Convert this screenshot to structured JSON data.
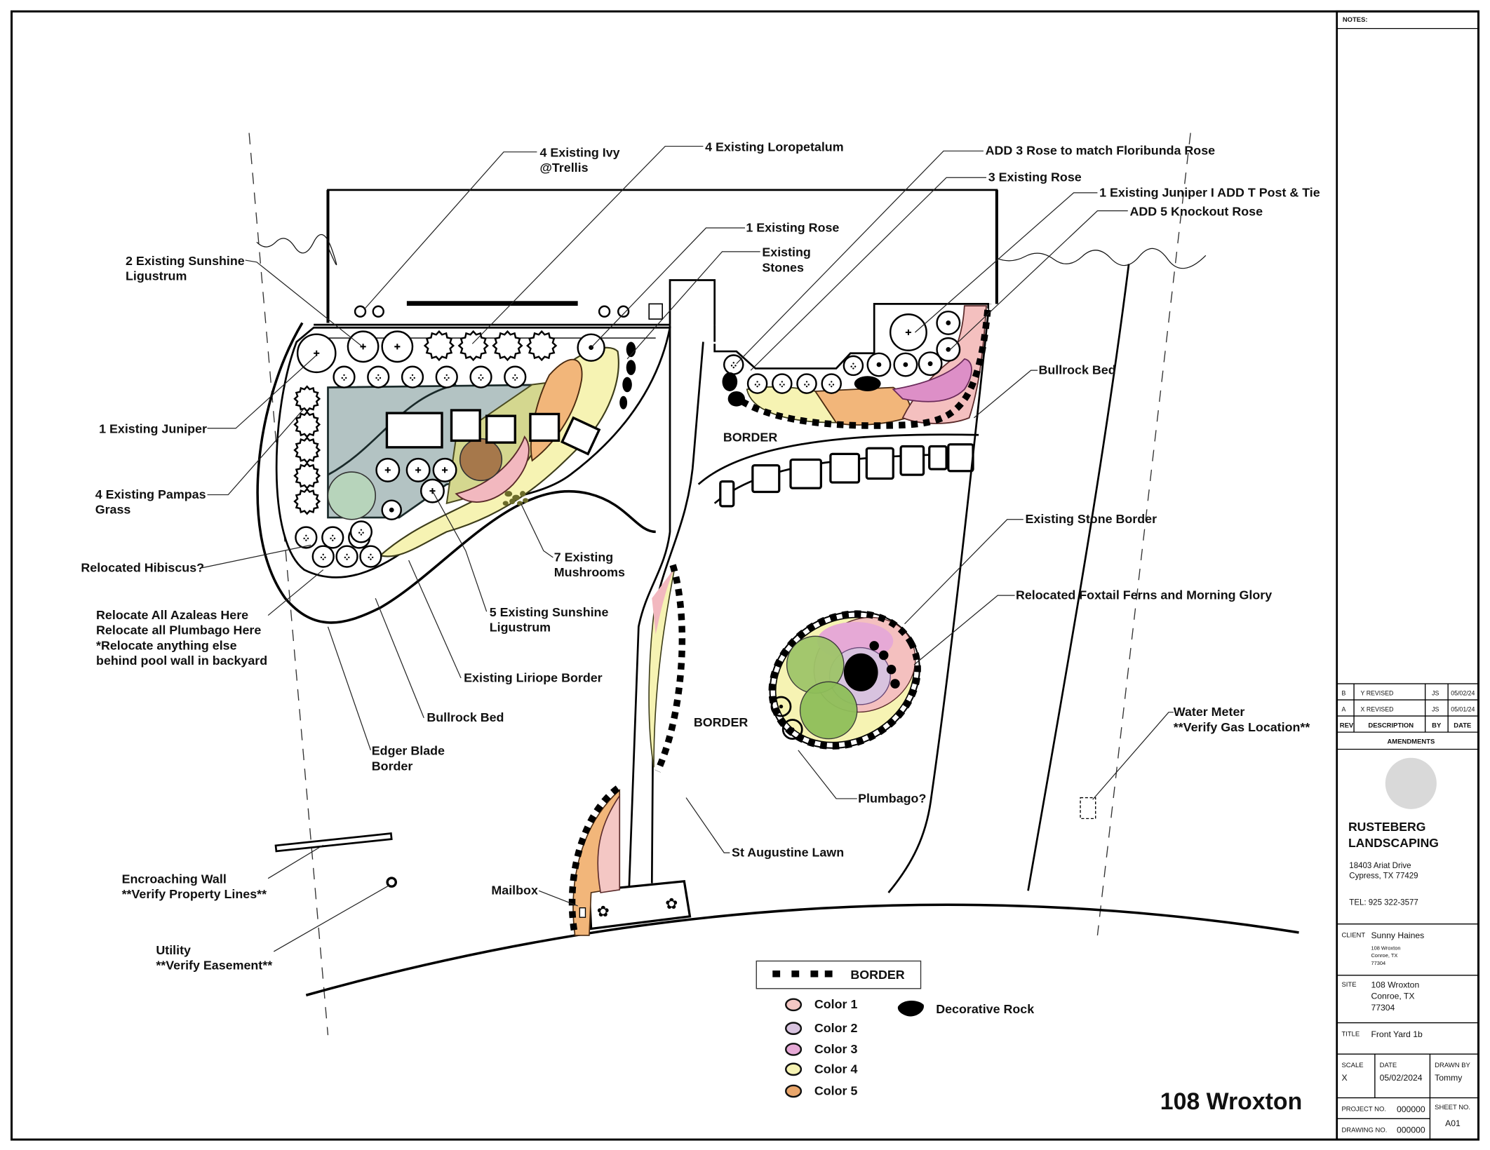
{
  "sheet": {
    "title_stamp": "108 Wroxton",
    "notes_label": "NOTES:"
  },
  "labels": {
    "ivy": [
      "4 Existing Ivy",
      "@Trellis"
    ],
    "loropetalum": "4 Existing Loropetalum",
    "sunshine_top": [
      "2 Existing Sunshine",
      "Ligustrum"
    ],
    "rose_one": "1 Existing Rose",
    "stones": [
      "Existing",
      "Stones"
    ],
    "add_rose": "ADD 3 Rose to match Floribunda Rose",
    "three_rose": "3 Existing Rose",
    "juniper_tpost": "1 Existing Juniper I ADD T Post  & Tie",
    "knockout": "ADD 5 Knockout Rose",
    "juniper": "1 Existing Juniper",
    "pampas": [
      "4 Existing Pampas",
      "Grass"
    ],
    "hibiscus": "Relocated Hibiscus?",
    "relocate": [
      "Relocate All Azaleas Here",
      "Relocate all Plumbago Here",
      "*Relocate anything else",
      "behind pool wall in backyard"
    ],
    "mushrooms": [
      "7 Existing",
      "Mushrooms"
    ],
    "sunshine_five": [
      "5 Existing Sunshine",
      "Ligustrum"
    ],
    "liriope": "Existing Liriope Border",
    "bullrock_left": "Bullrock Bed",
    "edger": [
      "Edger Blade",
      "Border"
    ],
    "bullrock_right": "Bullrock Bed",
    "border_top": "BORDER",
    "border_mid": "BORDER",
    "stone_border": "Existing Stone Border",
    "foxtail": "Relocated Foxtail Ferns and Morning Glory",
    "plumbago": "Plumbago?",
    "water_meter": [
      "Water Meter",
      "**Verify Gas Location**"
    ],
    "lawn": "St Augustine Lawn",
    "mailbox": "Mailbox",
    "wall": [
      "Encroaching Wall",
      "**Verify Property Lines**"
    ],
    "utility": [
      "Utility",
      "**Verify Easement**"
    ]
  },
  "legend": {
    "border_label": "BORDER",
    "items": [
      {
        "label": "Color 1",
        "color": "#f4c7c4"
      },
      {
        "label": "Color 2",
        "color": "#d8c3df"
      },
      {
        "label": "Color 3",
        "color": "#e6a9d6"
      },
      {
        "label": "Color 4",
        "color": "#f6f3b3"
      },
      {
        "label": "Color 5",
        "color": "#e9a66b"
      }
    ],
    "rock_label": "Decorative Rock"
  },
  "title_block": {
    "amendments": [
      {
        "rev": "B",
        "description": "Y REVISED",
        "by": "JS",
        "date": "05/02/24"
      },
      {
        "rev": "A",
        "description": "X REVISED",
        "by": "JS",
        "date": "05/01/24"
      }
    ],
    "headers": {
      "rev": "REV",
      "description": "DESCRIPTION",
      "by": "BY",
      "date": "DATE"
    },
    "amendments_label": "AMENDMENTS",
    "company": [
      "RUSTEBERG",
      "LANDSCAPING"
    ],
    "address": [
      "18403 Ariat Drive",
      "Cypress, TX 77429"
    ],
    "tel": "TEL: 925 322-3577",
    "client_label": "CLIENT",
    "client_name": "Sunny Haines",
    "client_address": [
      "108 Wroxton",
      "Conroe, TX",
      "77304"
    ],
    "site_label": "SITE",
    "site_address": [
      "108 Wroxton",
      "Conroe, TX",
      "77304"
    ],
    "title_label": "TITLE",
    "title_value": "Front Yard 1b",
    "scale_label": "SCALE",
    "scale_value": "X",
    "date_label": "DATE",
    "date_value": "05/02/2024",
    "drawn_label": "DRAWN BY",
    "drawn_value": "Tommy",
    "project_label": "PROJECT NO.",
    "project_value": "000000",
    "drawing_label": "DRAWING NO.",
    "drawing_value": "000000",
    "sheet_label": "SHEET NO.",
    "sheet_value": "A01"
  },
  "colors": {
    "color1": "#f4c7c4",
    "color2": "#d8c3df",
    "color3": "#e6a9d6",
    "color4": "#f6f3b3",
    "color5": "#e9a66b",
    "slate": "#b3c3c3",
    "olive": "#d4d78f",
    "green": "#9fc56a",
    "sage": "#b7d4bb",
    "mulch": "#a6784b"
  }
}
